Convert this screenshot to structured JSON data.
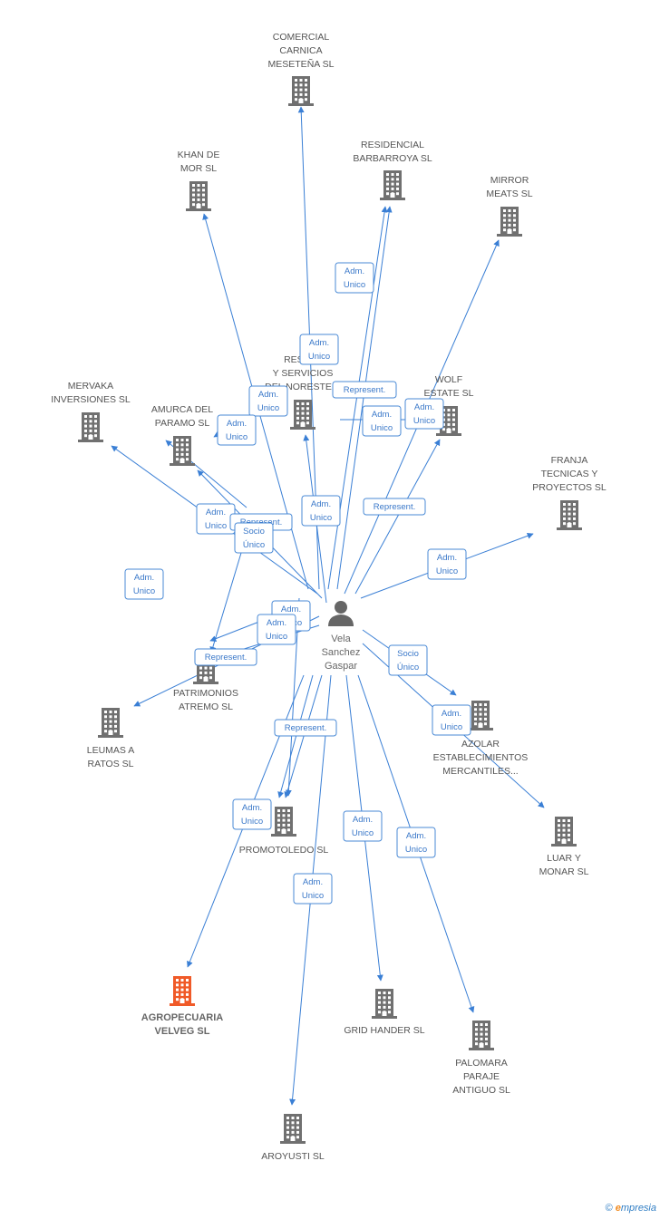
{
  "center": {
    "lines": [
      "Vela",
      "Sanchez",
      "Gaspar"
    ]
  },
  "colors": {
    "edge": "#3a7fd5",
    "building": "#707070",
    "focus": "#f05a28",
    "label": "#555555"
  },
  "nodes": [
    {
      "id": "comercial",
      "lines": [
        "COMERCIAL",
        "CARNICA",
        "MESETEÑA SL"
      ]
    },
    {
      "id": "residencial",
      "lines": [
        "RESIDENCIAL",
        "BARBARROYA SL"
      ]
    },
    {
      "id": "khan",
      "lines": [
        "KHAN DE",
        "MOR SL"
      ]
    },
    {
      "id": "mirror",
      "lines": [
        "MIRROR",
        "MEATS SL"
      ]
    },
    {
      "id": "restau",
      "lines": [
        "RESTAU",
        "Y SERVICIOS",
        "DEL NORESTE S"
      ]
    },
    {
      "id": "wolf",
      "lines": [
        "WOLF",
        "ESTATE SL"
      ]
    },
    {
      "id": "mervaka",
      "lines": [
        "MERVAKA",
        "INVERSIONES SL"
      ]
    },
    {
      "id": "amurca",
      "lines": [
        "AMURCA DEL",
        "PARAMO SL"
      ]
    },
    {
      "id": "franja",
      "lines": [
        "FRANJA",
        "TECNICAS Y",
        "PROYECTOS SL"
      ]
    },
    {
      "id": "patrimonios",
      "lines": [
        "PATRIMONIOS",
        "ATREMO SL"
      ]
    },
    {
      "id": "leumas",
      "lines": [
        "LEUMAS A",
        "RATOS  SL"
      ]
    },
    {
      "id": "azolar",
      "lines": [
        "AZOLAR",
        "ESTABLECIMIENTOS",
        "MERCANTILES..."
      ]
    },
    {
      "id": "luar",
      "lines": [
        "LUAR Y",
        "MONAR  SL"
      ]
    },
    {
      "id": "promotoledo",
      "lines": [
        "PROMOTOLEDO SL"
      ]
    },
    {
      "id": "agropecuaria",
      "lines": [
        "AGROPECUARIA",
        "VELVEG SL"
      ]
    },
    {
      "id": "grid",
      "lines": [
        "GRID HANDER SL"
      ]
    },
    {
      "id": "palomara",
      "lines": [
        "PALOMARA",
        "PARAJE",
        "ANTIGUO  SL"
      ]
    },
    {
      "id": "aroyusti",
      "lines": [
        "AROYUSTI SL"
      ]
    }
  ],
  "edge_labels": [
    {
      "id": "e_res1",
      "lines": [
        "Adm.",
        "Unico"
      ]
    },
    {
      "id": "e_res2",
      "lines": [
        "Adm.",
        "Unico"
      ]
    },
    {
      "id": "e_khan",
      "lines": [
        "Adm.",
        "Unico"
      ]
    },
    {
      "id": "e_amurca",
      "lines": [
        "Adm.",
        "Unico"
      ]
    },
    {
      "id": "e_rep_restau",
      "lines": [
        "Represent."
      ]
    },
    {
      "id": "e_wolf1",
      "lines": [
        "Adm.",
        "Unico"
      ]
    },
    {
      "id": "e_wolf2",
      "lines": [
        "Adm.",
        "Unico"
      ]
    },
    {
      "id": "e_promo1",
      "lines": [
        "Adm.",
        "Unico"
      ]
    },
    {
      "id": "e_wolf_rep",
      "lines": [
        "Represent."
      ]
    },
    {
      "id": "e_merv",
      "lines": [
        "Adm.",
        "Unico"
      ]
    },
    {
      "id": "e_rep_mid",
      "lines": [
        "Represent."
      ]
    },
    {
      "id": "e_socio1",
      "lines": [
        "Socio",
        "Único"
      ]
    },
    {
      "id": "e_leumas",
      "lines": [
        "Adm.",
        "Unico"
      ]
    },
    {
      "id": "e_franja",
      "lines": [
        "Adm.",
        "Unico"
      ]
    },
    {
      "id": "e_patr1",
      "lines": [
        "Adm.",
        "Unico"
      ]
    },
    {
      "id": "e_patr2",
      "lines": [
        "Adm.",
        "Unico"
      ]
    },
    {
      "id": "e_rep_patr",
      "lines": [
        "Represent."
      ]
    },
    {
      "id": "e_socio2",
      "lines": [
        "Socio",
        "Único"
      ]
    },
    {
      "id": "e_azolar",
      "lines": [
        "Adm.",
        "Unico"
      ]
    },
    {
      "id": "e_rep_promo",
      "lines": [
        "Represent."
      ]
    },
    {
      "id": "e_agro",
      "lines": [
        "Adm.",
        "Unico"
      ]
    },
    {
      "id": "e_grid",
      "lines": [
        "Adm.",
        "Unico"
      ]
    },
    {
      "id": "e_palomara",
      "lines": [
        "Adm.",
        "Unico"
      ]
    },
    {
      "id": "e_aroyusti",
      "lines": [
        "Adm.",
        "Unico"
      ]
    }
  ],
  "footer": {
    "copyright": "©",
    "brand_first": "e",
    "brand_rest": "mpresia"
  }
}
